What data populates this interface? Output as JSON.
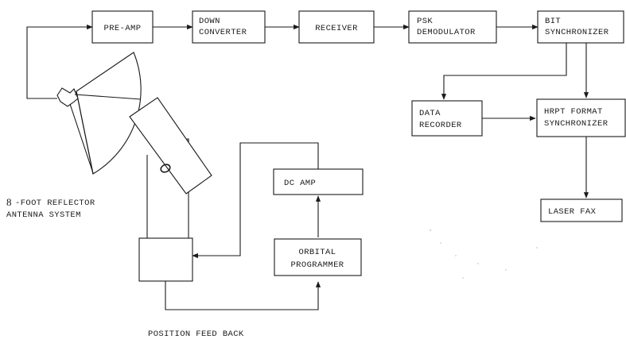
{
  "blocks": {
    "pre_amp": [
      "PRE-AMP"
    ],
    "down_converter": [
      "DOWN",
      "CONVERTER"
    ],
    "receiver": [
      "RECEIVER"
    ],
    "psk_demodulator": [
      "PSK",
      "DEMODULATOR"
    ],
    "bit_synchronizer": [
      "BIT",
      "SYNCHRONIZER"
    ],
    "data_recorder": [
      "DATA",
      "RECORDER"
    ],
    "hrpt_format_synchronizer": [
      "HRPT FORMAT",
      "SYNCHRONIZER"
    ],
    "laser_fax": [
      "LASER FAX"
    ],
    "dc_amp": [
      "DC AMP"
    ],
    "orbital_programmer": [
      "ORBITAL",
      "PROGRAMMER"
    ]
  },
  "antenna_label": {
    "number": "8",
    "line1": "-FOOT REFLECTOR",
    "line2": "ANTENNA SYSTEM"
  },
  "feedback_label": "POSITION FEED BACK"
}
